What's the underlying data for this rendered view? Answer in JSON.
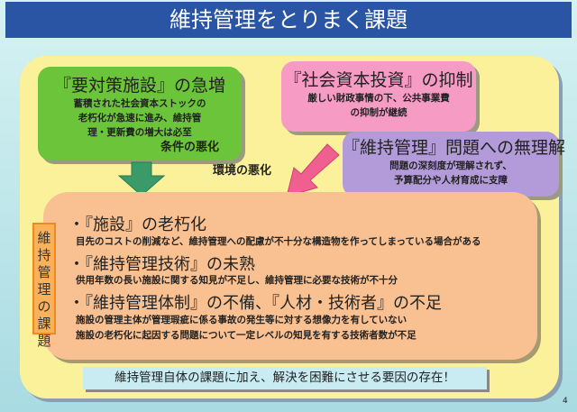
{
  "title": "維持管理をとりまく課題",
  "green": {
    "heading": "『要対策施設』の急増",
    "lines": [
      "蓄積された社会資本ストックの",
      "老朽化が急速に進み、維持管",
      "理・更新費の増大は必至"
    ]
  },
  "pink": {
    "heading": "『社会資本投資』の抑制",
    "lines": [
      "厳しい財政事情の下、公共事業費",
      "の抑制が継続"
    ]
  },
  "purple": {
    "heading": "『維持管理』問題への無理解",
    "lines": [
      "問題の深刻度が理解されず、",
      "予算配分や人材育成に支障"
    ]
  },
  "arrows": {
    "condition": "条件の悪化",
    "environment": "環境の悪化"
  },
  "issues": {
    "label": "維持管理の課題",
    "items": [
      {
        "heading": "・『施設』の老朽化",
        "details": [
          "目先のコストの削減など、維持管理への配慮が不十分な構造物を作ってしまっている場合がある"
        ]
      },
      {
        "heading": "・『維持管理技術』の未熟",
        "details": [
          "供用年数の長い施設に関する知見が不足し、維持管理に必要な技術が不十分"
        ]
      },
      {
        "heading": "・『維持管理体制』の不備、『人材・技術者』の不足",
        "details": [
          "施設の管理主体が管理瑕疵に係る事故の発生等に対する想像力を有していない",
          "施設の老朽化に起因する問題について一定レベルの知見を有する技術者数が不足"
        ]
      }
    ]
  },
  "conclusion": "維持管理自体の課題に加え、解決を困難にさせる要因の存在！",
  "page_number": "4"
}
